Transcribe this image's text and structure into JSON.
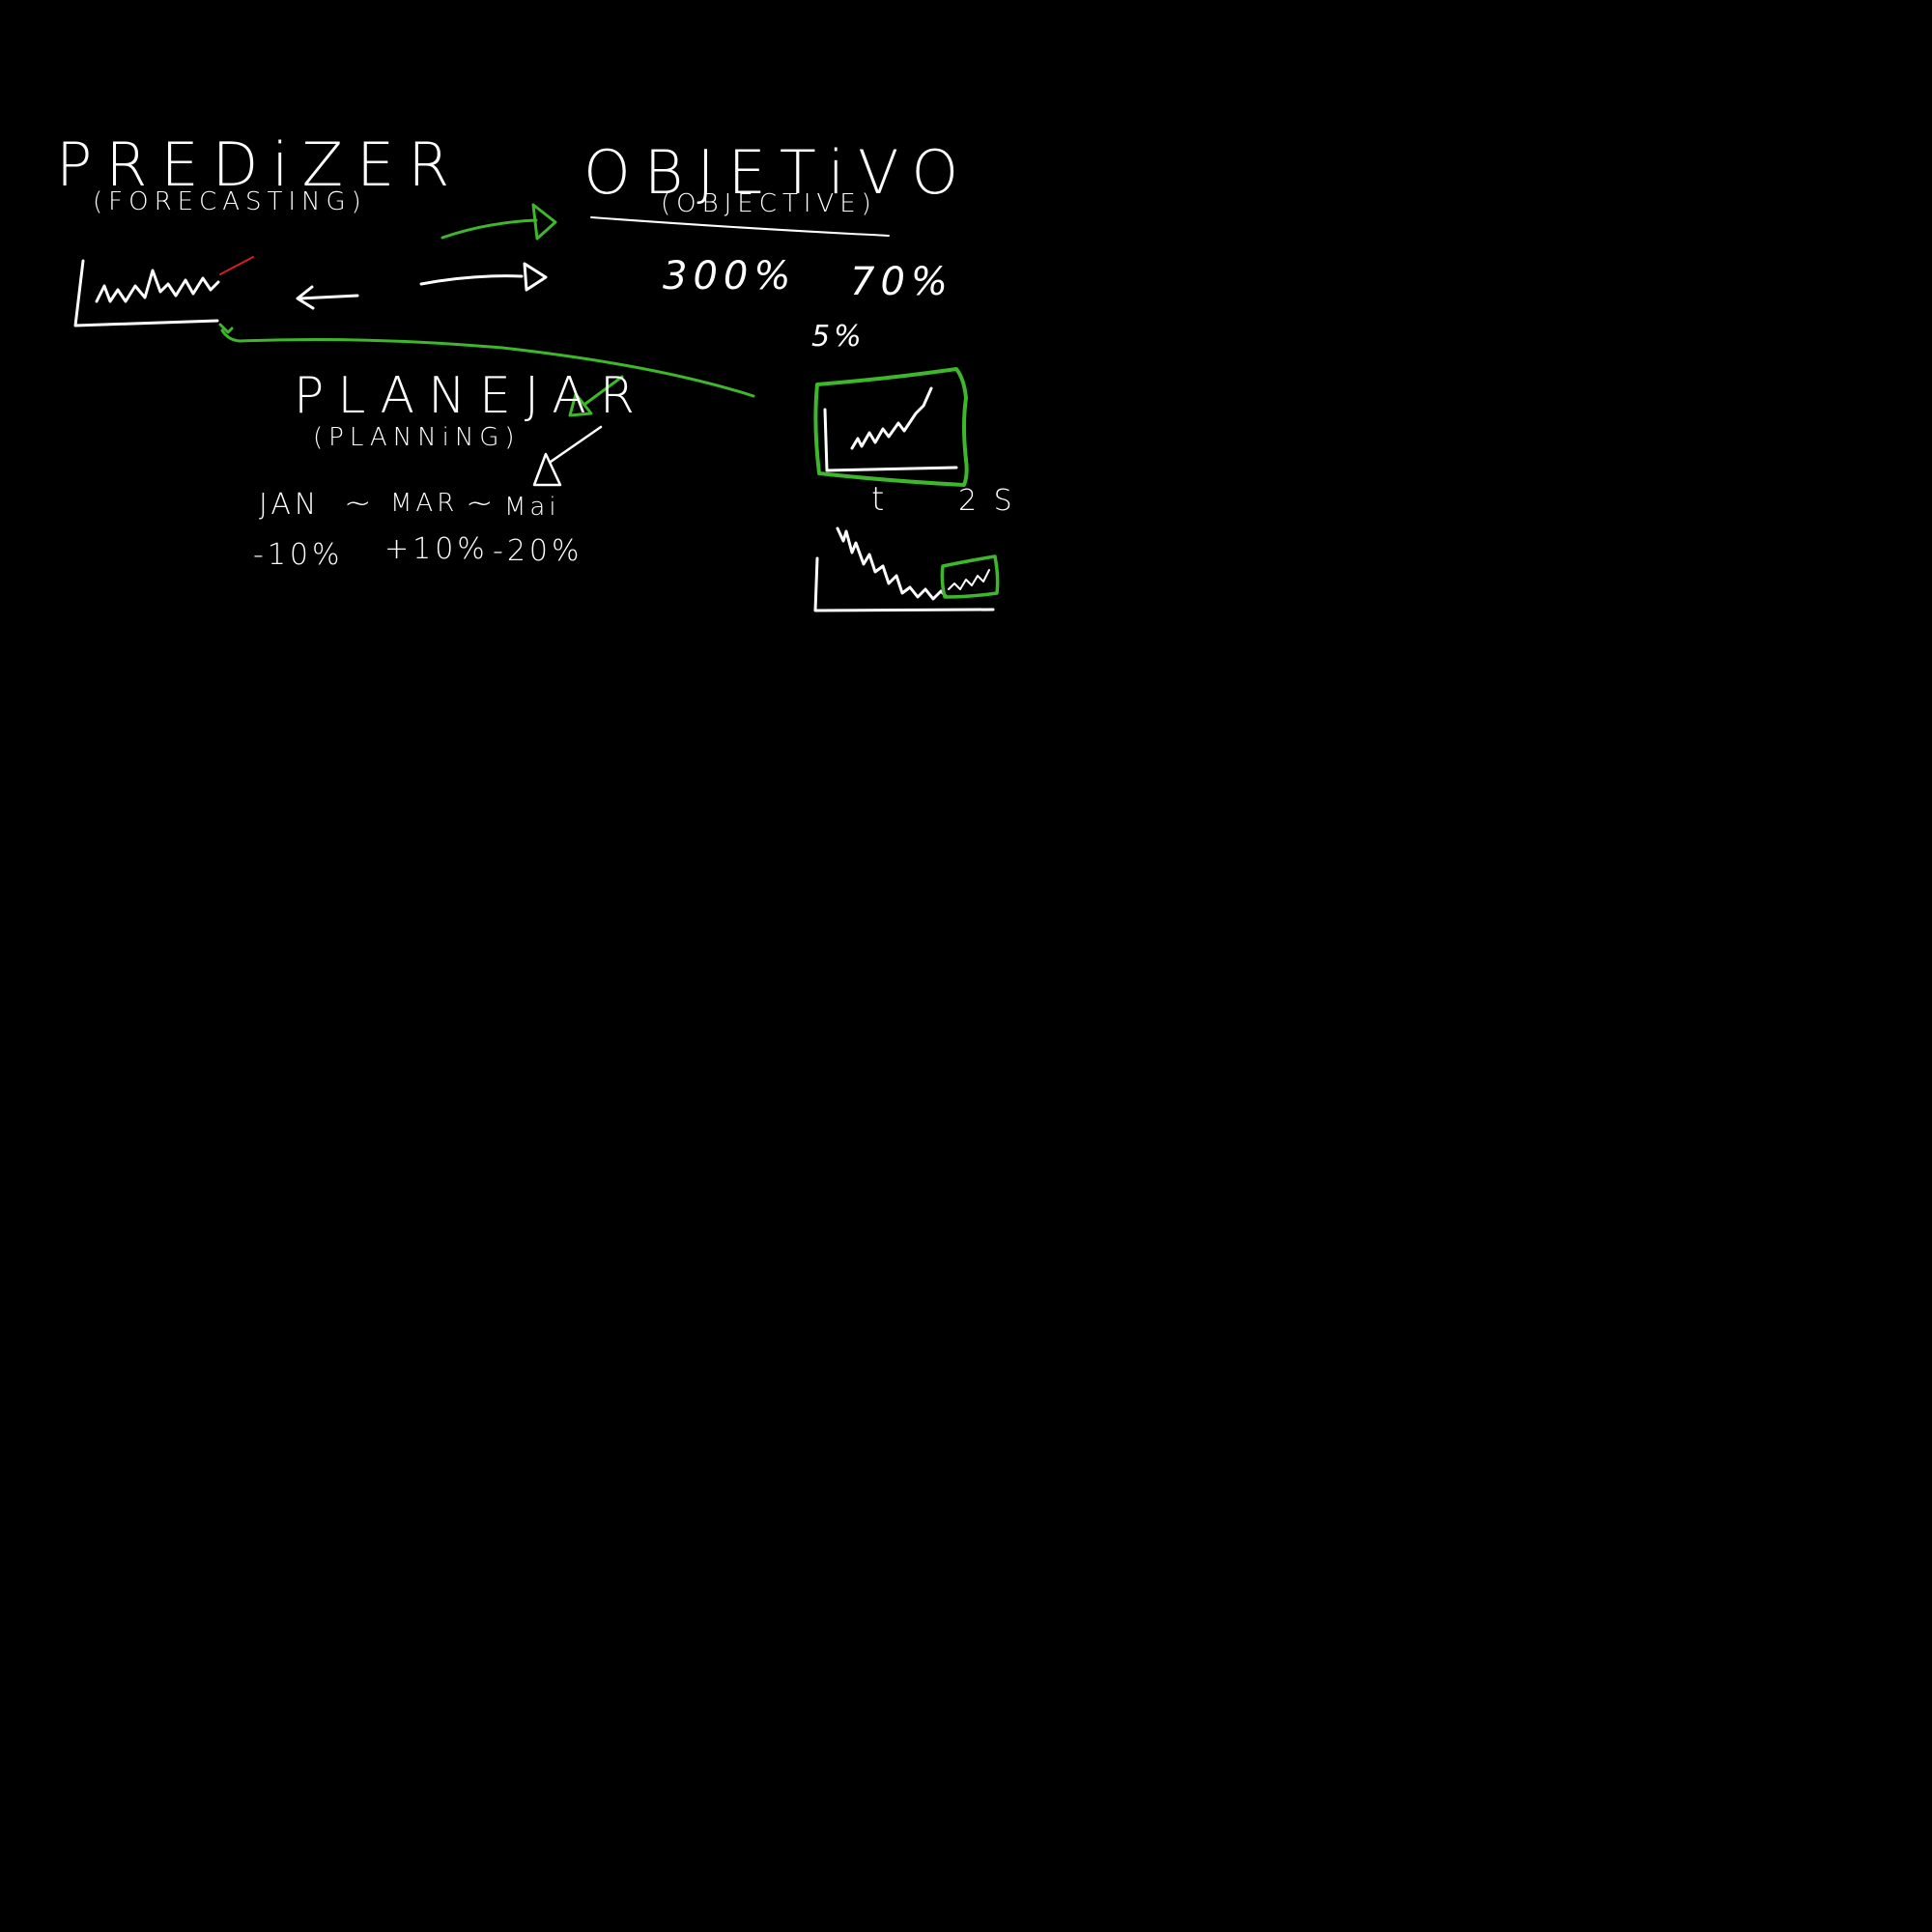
{
  "board": {
    "background": "#000000",
    "ink_color": "#ffffff",
    "accent_color": "#3db82a",
    "mark_color": "#d21f1f"
  },
  "labels": {
    "predizer": "PREDiZER",
    "forecasting": "(FORECASTING)",
    "objetivo": "OBJETiVO",
    "objective": "(OBJECTIVE)",
    "planejar": "PLANEJAR",
    "planning": "(PLANNiNG)",
    "pct_300": "300%",
    "pct_70": "70%",
    "pct_5": "5%",
    "axis_t": "t",
    "axis_2s": "2 S",
    "month_jan": "JAN",
    "month_mar": "MAR",
    "month_mai": "Mai",
    "tilde": "~",
    "pct_minus_10": "-10%",
    "pct_plus_10": "+10%",
    "pct_minus_20": "-20%"
  }
}
